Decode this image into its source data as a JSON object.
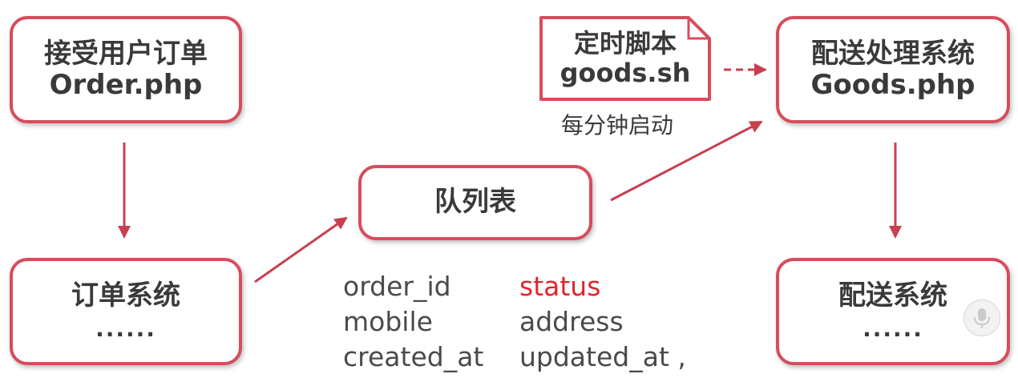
{
  "boxes": {
    "order": {
      "line1": "接受用户订单",
      "line2": "Order.php"
    },
    "order_system": {
      "line1": "订单系统",
      "line2": "......"
    },
    "queue": {
      "line1": "队列表"
    },
    "goods": {
      "line1": "配送处理系统",
      "line2": "Goods.php"
    },
    "delivery": {
      "line1": "配送系统",
      "line2": "......"
    }
  },
  "script": {
    "line1": "定时脚本",
    "line2": "goods.sh",
    "caption": "每分钟启动"
  },
  "queue_fields": {
    "left": [
      "order_id",
      "mobile",
      "created_at"
    ],
    "right": [
      "status",
      "address",
      "updated_at ,"
    ]
  },
  "colors": {
    "border": "#d64d5d",
    "arrow": "#c8404f",
    "highlight": "#e0242e",
    "text": "#3a3a3a"
  },
  "icons": {
    "voice": "microphone-icon"
  }
}
